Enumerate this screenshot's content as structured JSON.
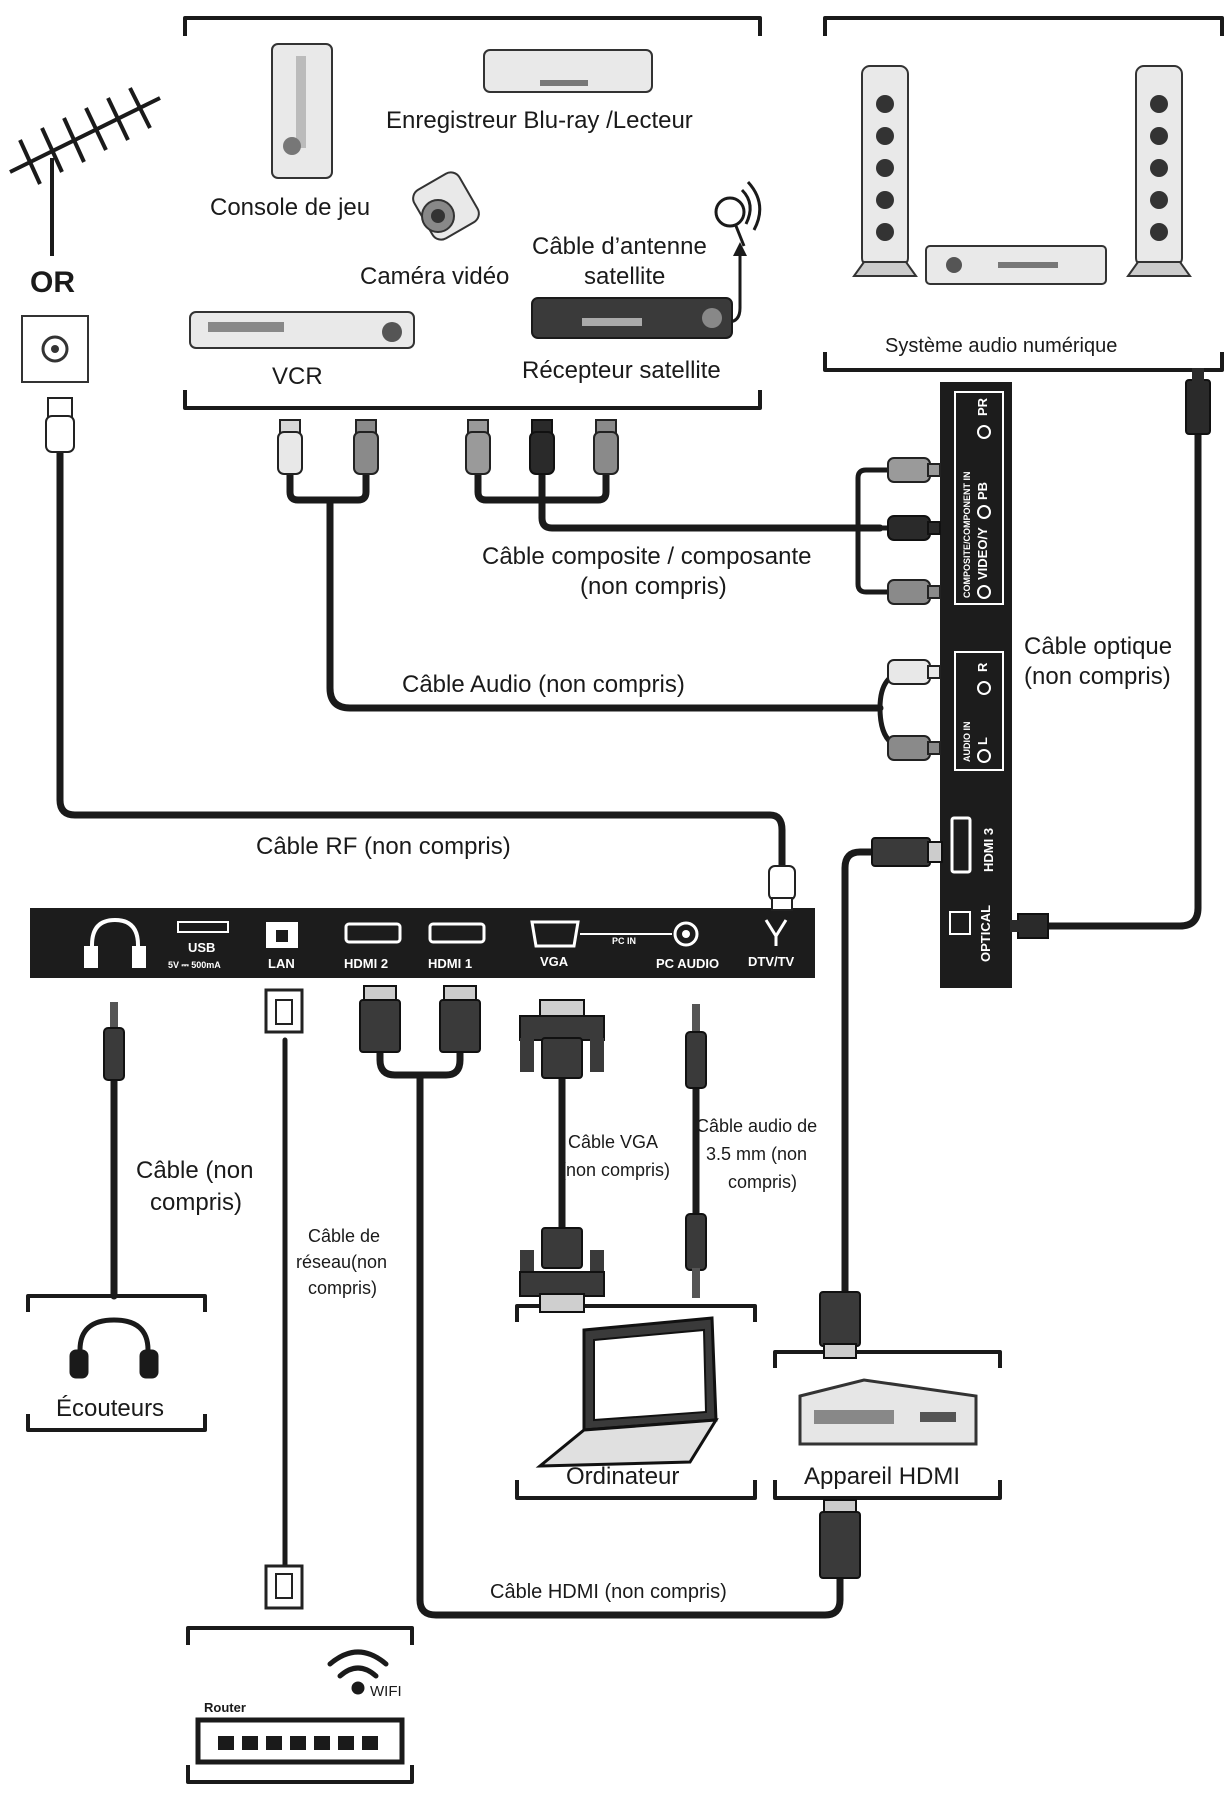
{
  "or_label": "OR",
  "devices": {
    "blu_ray": "Enregistreur Blu-ray /Lecteur",
    "game_console": "Console de jeu",
    "camera": "Caméra vidéo",
    "sat_antenna_line1": "Câble d’antenne",
    "sat_antenna_line2": "satellite",
    "vcr": "VCR",
    "sat_receiver": "Récepteur satellite",
    "audio_system": "Système audio numérique",
    "headphones": "Écouteurs",
    "computer": "Ordinateur",
    "hdmi_device": "Appareil HDMI",
    "router": "Router",
    "wifi": "WIFI"
  },
  "cables": {
    "composite_line1": "Câble composite / composante",
    "composite_line2": "(non compris)",
    "audio": "Câble Audio (non compris)",
    "optical_line1": "Câble optique",
    "optical_line2": "(non compris)",
    "rf": "Câble RF (non compris)",
    "headphone_line1": "Câble (non",
    "headphone_line2": "compris)",
    "network_line1": "Câble de",
    "network_line2": "réseau(non",
    "network_line3": "compris)",
    "vga_line1": "Câble VGA",
    "vga_line2": "(non compris)",
    "audio35_line1": "Câble audio de",
    "audio35_line2": "3.5 mm (non",
    "audio35_line3": "compris)",
    "hdmi": "Câble HDMI (non compris)"
  },
  "bottom_panel_ports": {
    "usb": "USB",
    "usb_rating": "5V ⎓ 500mA",
    "lan": "LAN",
    "hdmi2": "HDMI 2",
    "hdmi1": "HDMI 1",
    "vga": "VGA",
    "pc_in": "PC IN",
    "pc_audio": "PC AUDIO",
    "dtv": "DTV/TV"
  },
  "side_panel_ports": {
    "pr": "PR",
    "pb": "PB",
    "composite": "COMPOSITE/COMPONENT IN",
    "video_y": "VIDEO/Y",
    "r": "R",
    "l": "L",
    "audio_in": "AUDIO IN",
    "hdmi3": "HDMI 3",
    "optical": "OPTICAL"
  },
  "colors": {
    "panel": "#1c1c1c",
    "cable": "#1a1a1a",
    "plug_light": "#d9d9d9",
    "plug_mid": "#8a8a8a",
    "plug_dark": "#2a2a2a"
  }
}
